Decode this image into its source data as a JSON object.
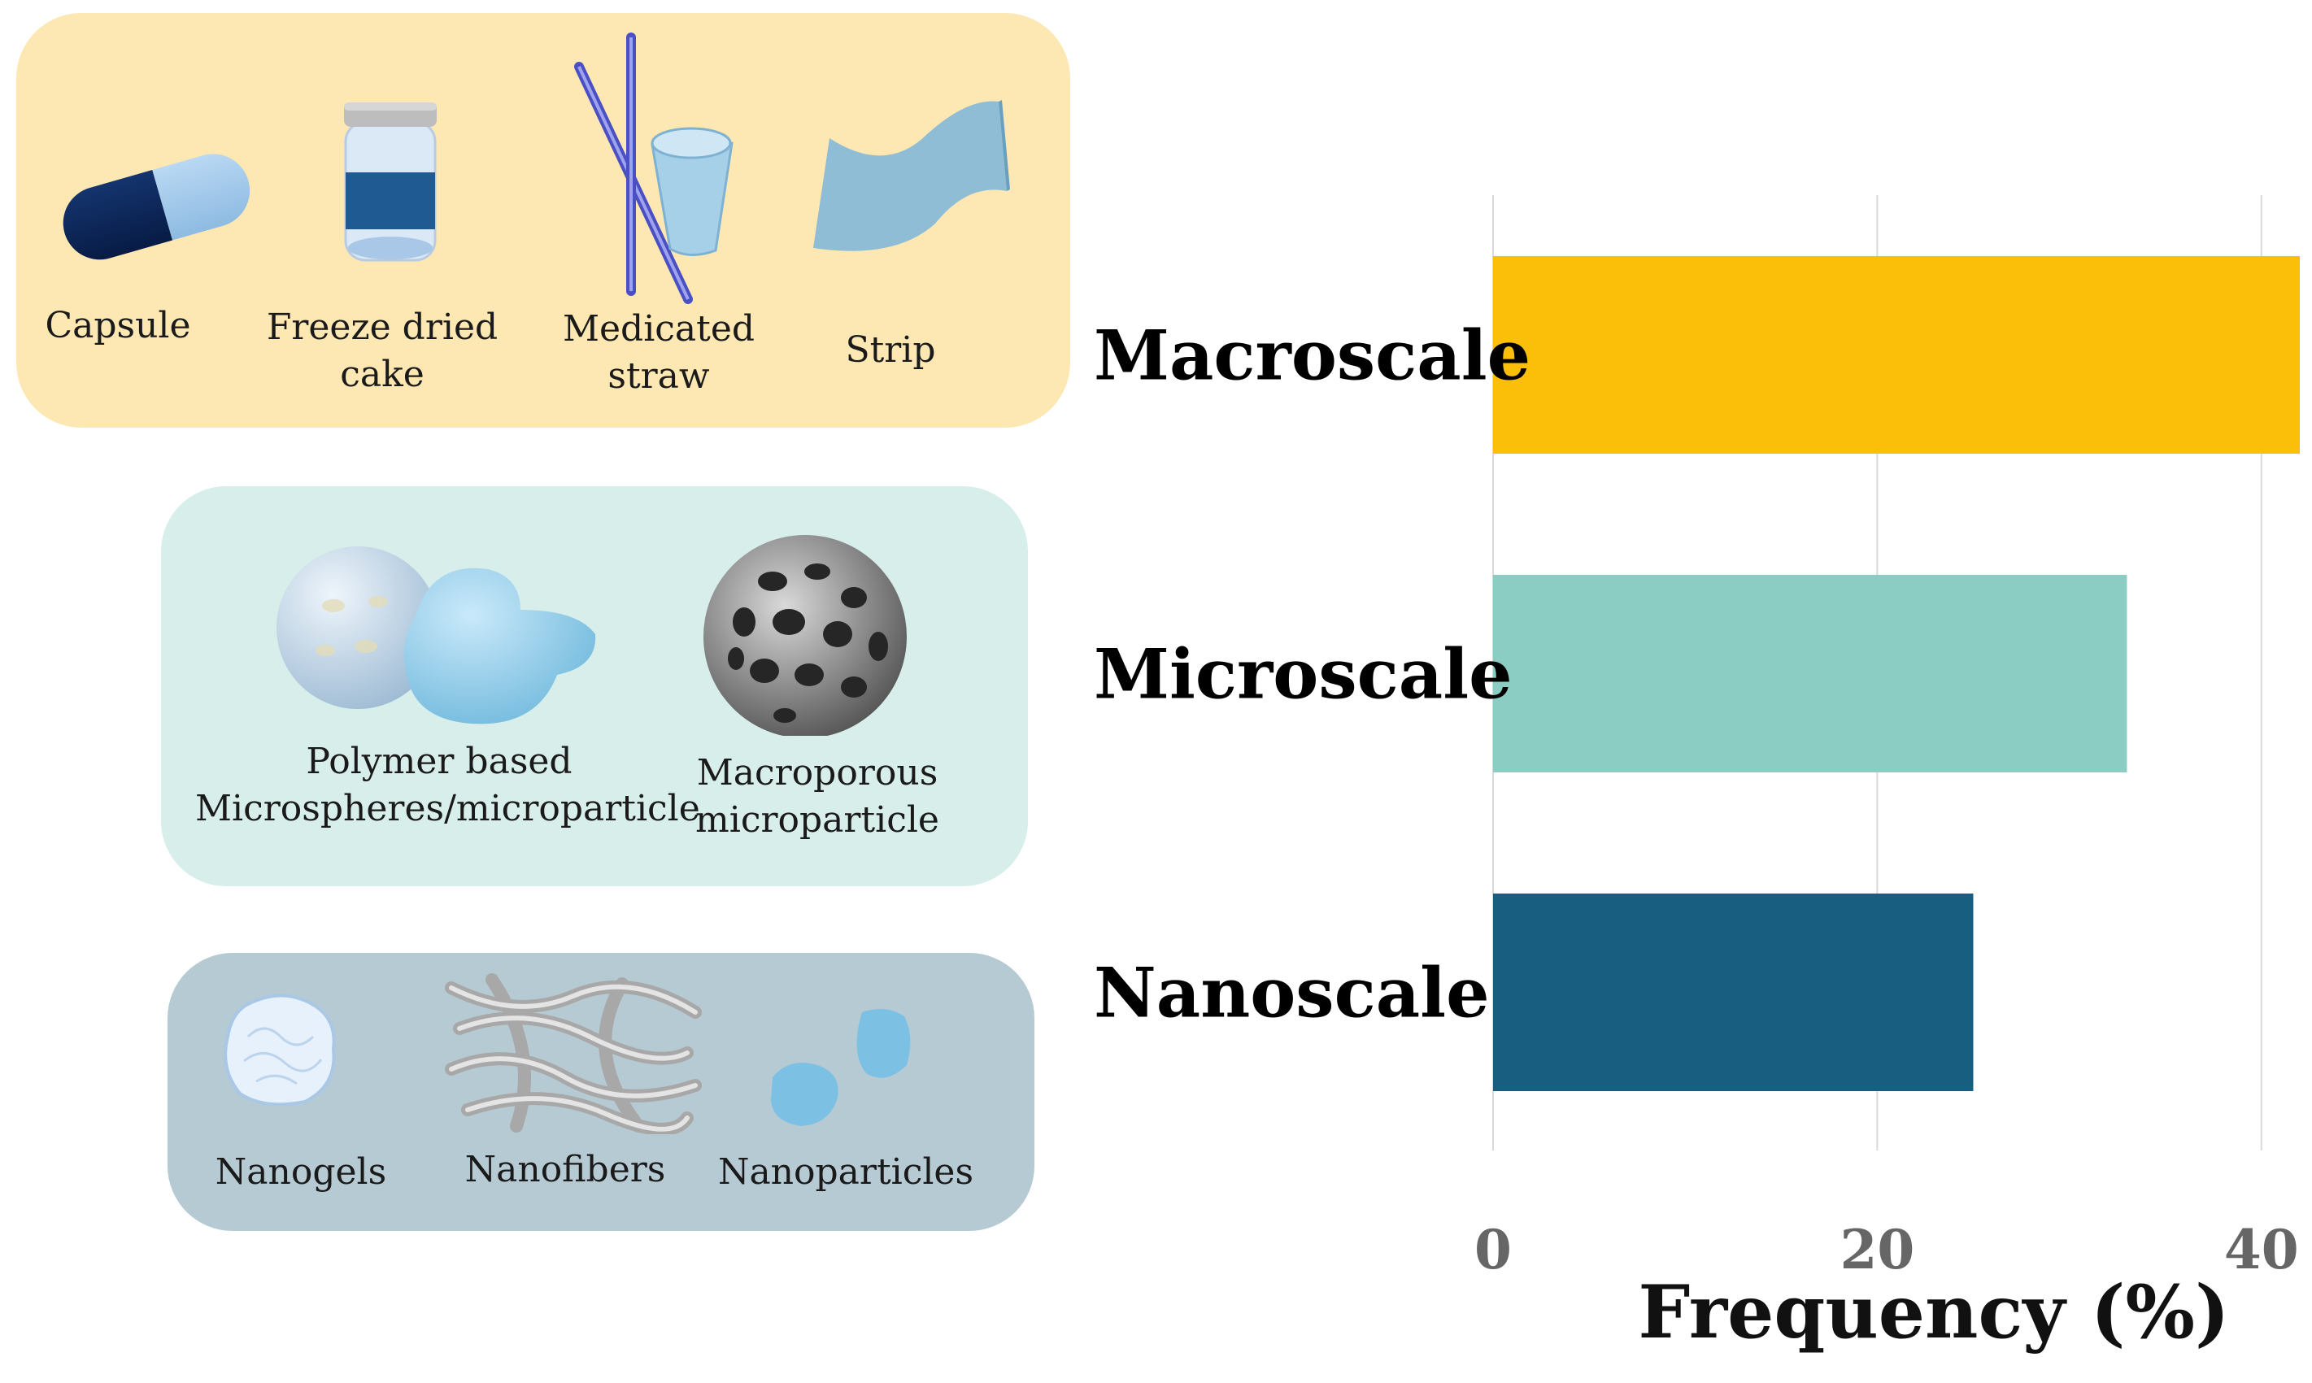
{
  "panels": {
    "macroscale": {
      "color": "#fde8b4",
      "items": [
        {
          "icon": "capsule-icon",
          "label": "Capsule"
        },
        {
          "icon": "freeze-dried-cake-icon",
          "label_lines": [
            "Freeze dried",
            "cake"
          ]
        },
        {
          "icon": "medicated-straw-icon",
          "label_lines": [
            "Medicated",
            "straw"
          ]
        },
        {
          "icon": "strip-icon",
          "label": "Strip"
        }
      ]
    },
    "microscale": {
      "color": "#d7eeea",
      "items": [
        {
          "icon": "polymer-microsphere-icon",
          "label_lines": [
            "Polymer based",
            "Microspheres/microparticle"
          ]
        },
        {
          "icon": "macroporous-microparticle-icon",
          "label_lines": [
            "Macroporous",
            "microparticle"
          ]
        }
      ]
    },
    "nanoscale": {
      "color": "#b6cad4",
      "items": [
        {
          "icon": "nanogel-icon",
          "label": "Nanogels"
        },
        {
          "icon": "nanofibers-icon",
          "label": "Nanofibers"
        },
        {
          "icon": "nanoparticles-icon",
          "label": "Nanoparticles"
        }
      ]
    }
  },
  "chart_data": {
    "type": "bar",
    "orientation": "horizontal",
    "categories": [
      "Macroscale",
      "Microscale",
      "Nanoscale"
    ],
    "values": [
      42,
      33,
      25
    ],
    "colors": [
      "#fbbf0a",
      "#8bcdc2",
      "#175e80"
    ],
    "xlabel": "Frequency (%)",
    "xticks": [
      "0",
      "20",
      "40"
    ],
    "xlim": [
      0,
      42
    ],
    "grid": true
  }
}
